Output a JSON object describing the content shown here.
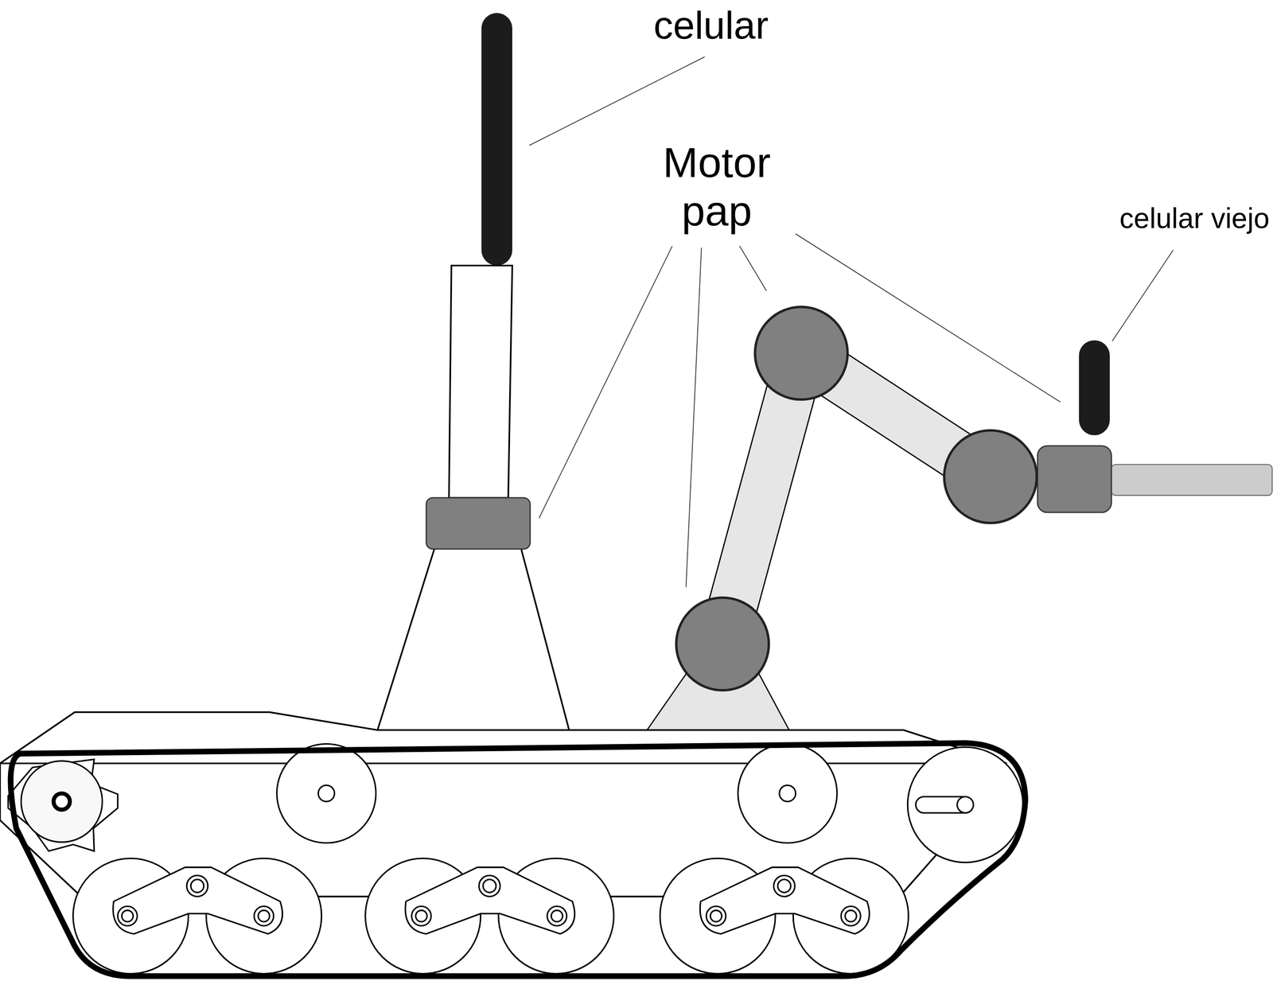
{
  "diagram": {
    "labels": [
      "celular",
      "Motor pap",
      "celular viejo"
    ]
  }
}
